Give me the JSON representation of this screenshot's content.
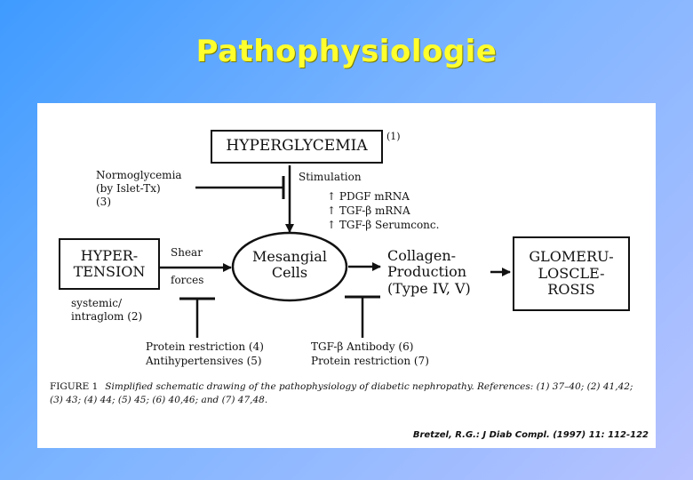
{
  "slide": {
    "title": "Pathophysiologie"
  },
  "diagram": {
    "hyperglycemia": {
      "label": "HYPERGLYCEMIA",
      "ref": "(1)"
    },
    "stimulation": "Stimulation",
    "factors": [
      "↑  PDGF mRNA",
      "↑  TGF-β mRNA",
      "↑  TGF-β Serumconc."
    ],
    "normoglycemia": [
      "Normoglycemia",
      "(by Islet-Tx)",
      "(3)"
    ],
    "hypertension": [
      "HYPER-",
      "TENSION"
    ],
    "shear": "Shear",
    "forces": "forces",
    "hypertension_sub": [
      "systemic/",
      "intraglom (2)"
    ],
    "mesangial": [
      "Mesangial",
      "Cells"
    ],
    "collagen": [
      "Collagen-",
      "Production",
      "(Type IV, V)"
    ],
    "glomerulo": [
      "GLOMERU-",
      "LOSCLE-",
      "ROSIS"
    ],
    "inhibit_left": [
      "Protein restriction (4)",
      "Antihypertensives (5)"
    ],
    "inhibit_right": [
      "TGF-β Antibody (6)",
      "Protein restriction (7)"
    ]
  },
  "caption": {
    "label": "FIGURE 1",
    "text": "Simplified schematic drawing of the pathophysiology of diabetic nephropathy. References: (1) 37–40; (2) 41,42; (3) 43; (4) 44; (5) 45; (6) 40,46; and (7) 47,48."
  },
  "citation": "Bretzel, R.G.: J Diab Compl. (1997) 11: 112-122"
}
